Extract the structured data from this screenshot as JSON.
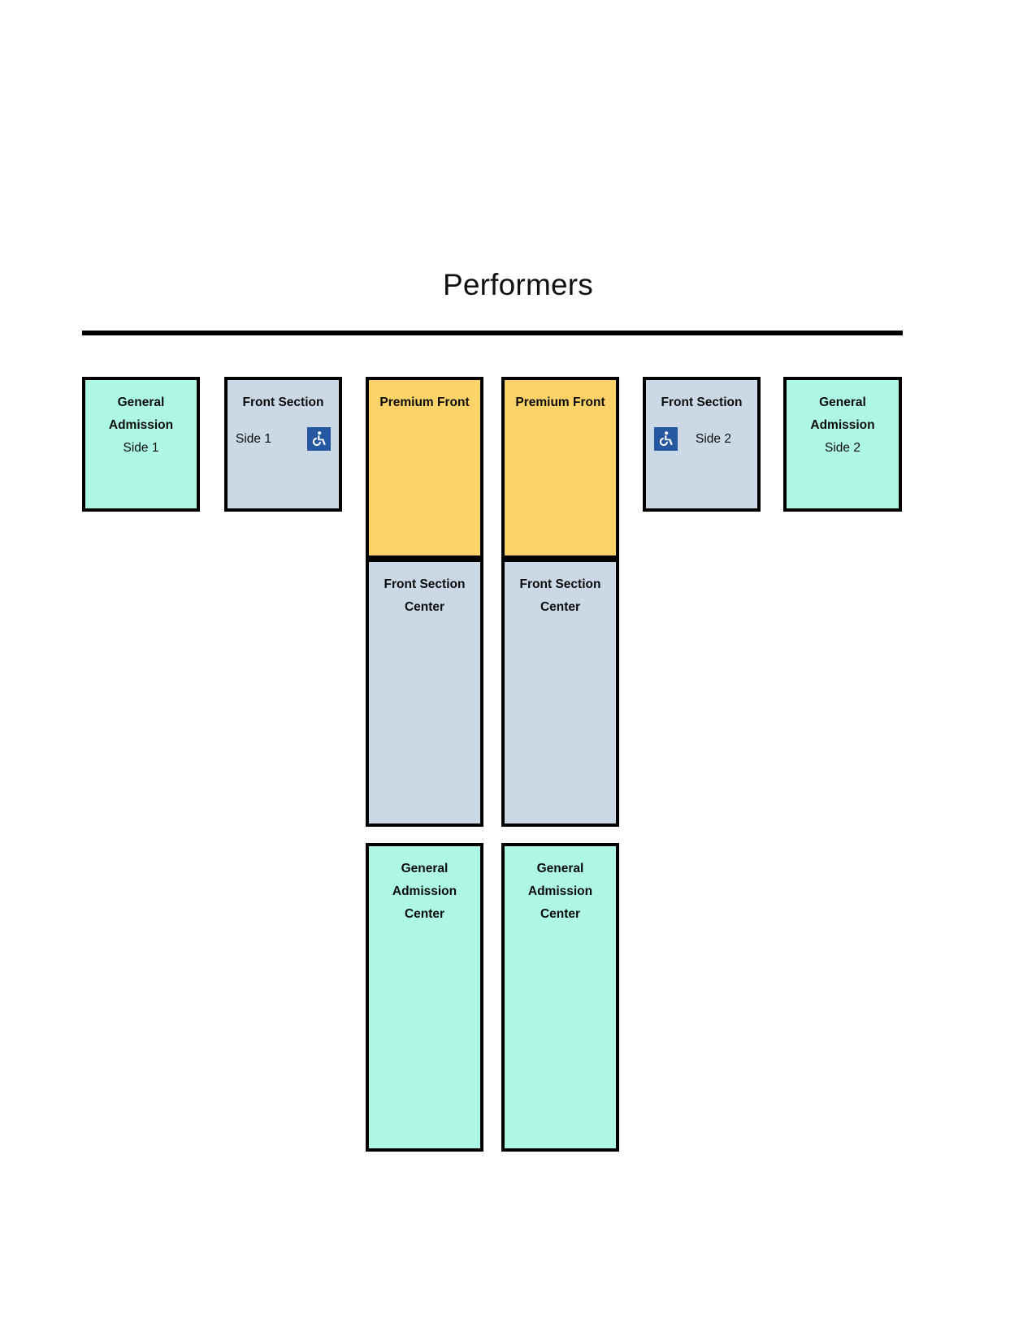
{
  "stage": {
    "title": "Performers",
    "divider": "stage-line"
  },
  "theme": {
    "general_admission_color": "#AEF7E4",
    "front_section_color": "#CBD9E7",
    "premium_front_color": "#FBD368",
    "border_color": "#000000",
    "accessible_icon_color": "#2558A0",
    "text_color": "#0C0C0C"
  },
  "sections": {
    "ga_side1": {
      "title": "General Admission",
      "title_line1": "General",
      "title_line2": "Admission",
      "subtitle": "Side 1",
      "type": "general-admission",
      "accessible": false
    },
    "fs_side1": {
      "title": "Front Section",
      "subtitle": "Side 1",
      "type": "front-section",
      "accessible": true,
      "icon_side": "right",
      "icon": "wheelchair-accessible-icon"
    },
    "premium_1": {
      "title": "Premium Front",
      "type": "premium-front",
      "accessible": false
    },
    "premium_2": {
      "title": "Premium Front",
      "type": "premium-front",
      "accessible": false
    },
    "fs_side2": {
      "title": "Front Section",
      "subtitle": "Side 2",
      "type": "front-section",
      "accessible": true,
      "icon_side": "left",
      "icon": "wheelchair-accessible-icon"
    },
    "ga_side2": {
      "title": "General Admission",
      "title_line1": "General",
      "title_line2": "Admission",
      "subtitle": "Side 2",
      "type": "general-admission",
      "accessible": false
    },
    "fs_center_1": {
      "title_line1": "Front Section",
      "title_line2": "Center",
      "type": "front-section",
      "accessible": false
    },
    "fs_center_2": {
      "title_line1": "Front Section",
      "title_line2": "Center",
      "type": "front-section",
      "accessible": false
    },
    "ga_center_1": {
      "title_line1": "General",
      "title_line2": "Admission",
      "title_line3": "Center",
      "type": "general-admission",
      "accessible": false
    },
    "ga_center_2": {
      "title_line1": "General",
      "title_line2": "Admission",
      "title_line3": "Center",
      "type": "general-admission",
      "accessible": false
    }
  }
}
